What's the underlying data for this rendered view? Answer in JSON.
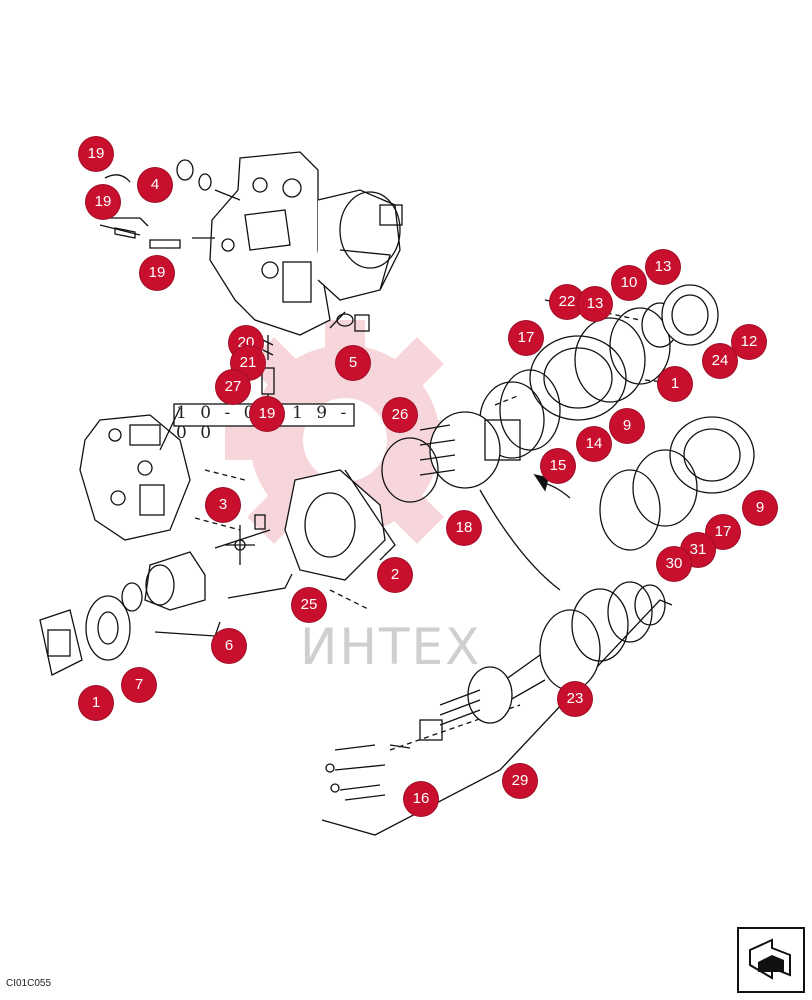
{
  "diagram": {
    "reference_number": "1 0 - 0 0 1 9 - 0 0",
    "watermark_text": "ИНТЕХ",
    "drawing_code": "CI01C055",
    "accent_color": "#c8102e",
    "callouts": [
      {
        "label": "19"
      },
      {
        "label": "19"
      },
      {
        "label": "19"
      },
      {
        "label": "4"
      },
      {
        "label": "5"
      },
      {
        "label": "20"
      },
      {
        "label": "21"
      },
      {
        "label": "27"
      },
      {
        "label": "19"
      },
      {
        "label": "26"
      },
      {
        "label": "3"
      },
      {
        "label": "2"
      },
      {
        "label": "25"
      },
      {
        "label": "6"
      },
      {
        "label": "7"
      },
      {
        "label": "1"
      },
      {
        "label": "18"
      },
      {
        "label": "17"
      },
      {
        "label": "22"
      },
      {
        "label": "13"
      },
      {
        "label": "10"
      },
      {
        "label": "13"
      },
      {
        "label": "12"
      },
      {
        "label": "24"
      },
      {
        "label": "1"
      },
      {
        "label": "9"
      },
      {
        "label": "14"
      },
      {
        "label": "15"
      },
      {
        "label": "9"
      },
      {
        "label": "17"
      },
      {
        "label": "31"
      },
      {
        "label": "30"
      },
      {
        "label": "23"
      },
      {
        "label": "29"
      },
      {
        "label": "16"
      }
    ]
  }
}
